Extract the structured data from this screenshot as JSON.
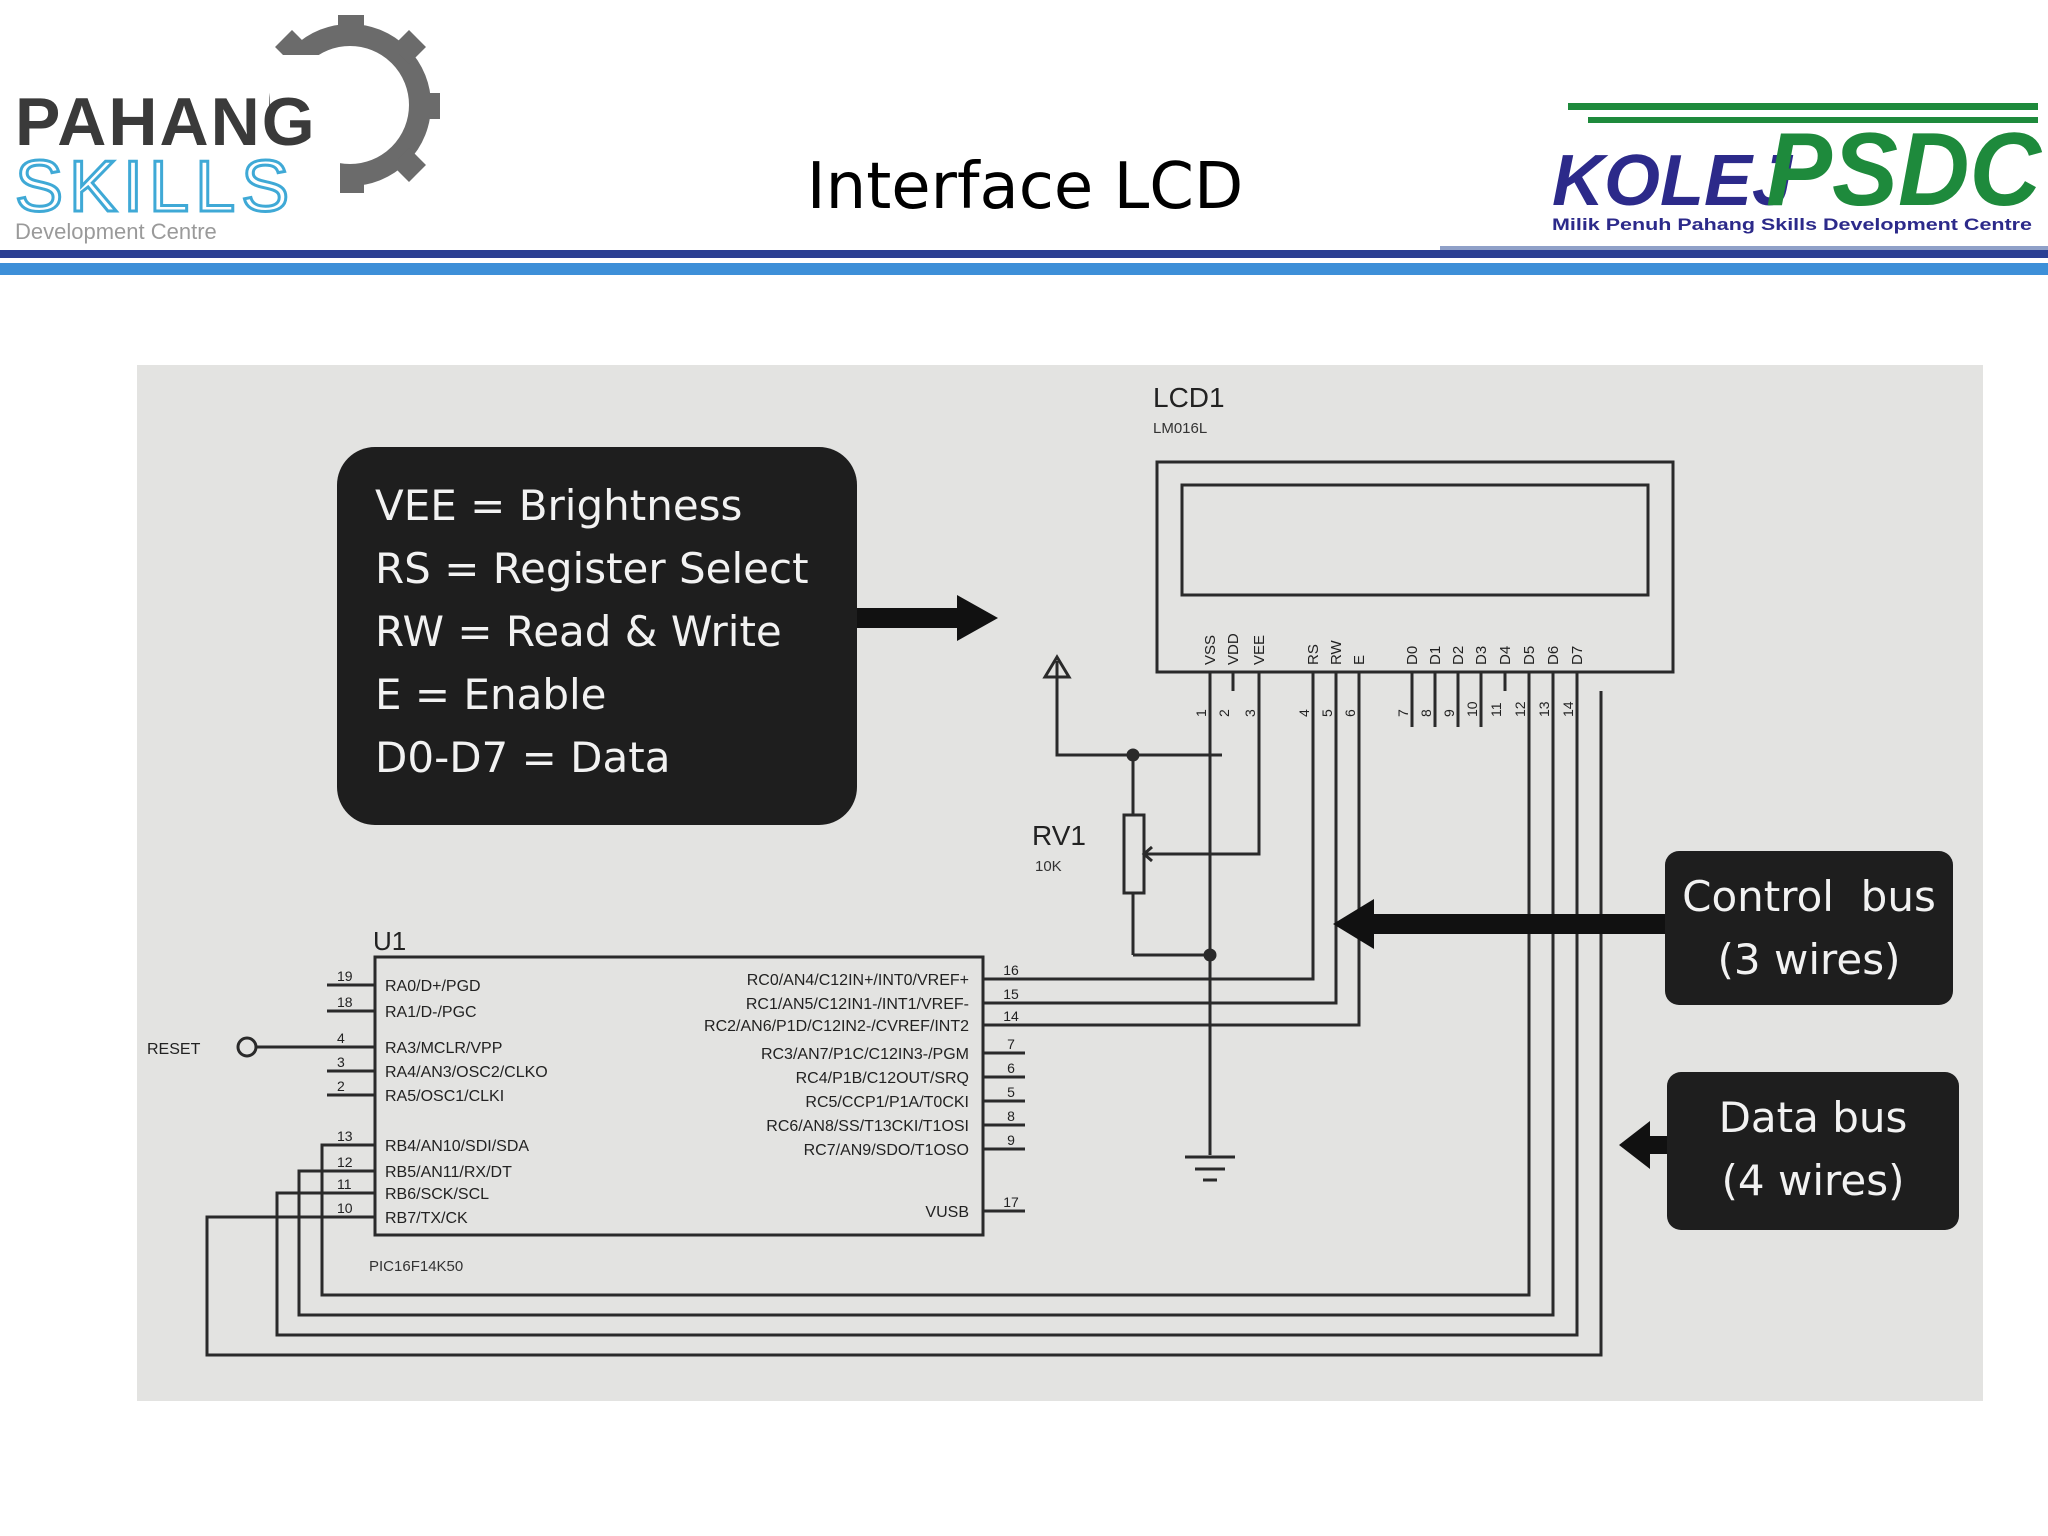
{
  "slide": {
    "title": "Interface LCD"
  },
  "logos": {
    "left": {
      "line1": "PAHANG",
      "line2": "SKILLS",
      "line3": "Development Centre",
      "colors": {
        "pahang": "#3a3a3a",
        "skills": "#3fa9d6",
        "gear": "#6b6b6b"
      }
    },
    "right": {
      "brand1": "KOLEJ",
      "brand2": "PSDC",
      "tagline": "Milik Penuh Pahang Skills Development Centre",
      "colors": {
        "kolej": "#2c2a8a",
        "psdc": "#1e8a3c"
      }
    }
  },
  "callouts": {
    "main": {
      "lines": [
        "VEE = Brightness",
        "RS = Register Select",
        "RW = Read & Write",
        "E = Enable",
        "D0-D7 = Data"
      ]
    },
    "control_bus": {
      "line1": "Control  bus",
      "line2": "(3 wires)"
    },
    "data_bus": {
      "line1": "Data bus",
      "line2": "(4 wires)"
    }
  },
  "schematic": {
    "lcd": {
      "ref": "LCD1",
      "part": "LM016L",
      "pins": [
        "VSS",
        "VDD",
        "VEE",
        "RS",
        "RW",
        "E",
        "D0",
        "D1",
        "D2",
        "D3",
        "D4",
        "D5",
        "D6",
        "D7"
      ],
      "pin_numbers": [
        "1",
        "2",
        "3",
        "4",
        "5",
        "6",
        "7",
        "8",
        "9",
        "10",
        "11",
        "12",
        "13",
        "14"
      ]
    },
    "pot": {
      "ref": "RV1",
      "value": "10K"
    },
    "mcu": {
      "ref": "U1",
      "part": "PIC16F14K50",
      "reset_label": "RESET",
      "left_pins": [
        {
          "num": "19",
          "name": "RA0/D+/PGD"
        },
        {
          "num": "18",
          "name": "RA1/D-/PGC"
        },
        {
          "num": "4",
          "name": "RA3/MCLR/VPP"
        },
        {
          "num": "3",
          "name": "RA4/AN3/OSC2/CLKO"
        },
        {
          "num": "2",
          "name": "RA5/OSC1/CLKI"
        },
        {
          "num": "13",
          "name": "RB4/AN10/SDI/SDA"
        },
        {
          "num": "12",
          "name": "RB5/AN11/RX/DT"
        },
        {
          "num": "11",
          "name": "RB6/SCK/SCL"
        },
        {
          "num": "10",
          "name": "RB7/TX/CK"
        }
      ],
      "right_pins": [
        {
          "num": "16",
          "name": "RC0/AN4/C12IN+/INT0/VREF+"
        },
        {
          "num": "15",
          "name": "RC1/AN5/C12IN1-/INT1/VREF-"
        },
        {
          "num": "14",
          "name": "RC2/AN6/P1D/C12IN2-/CVREF/INT2"
        },
        {
          "num": "7",
          "name": "RC3/AN7/P1C/C12IN3-/PGM"
        },
        {
          "num": "6",
          "name": "RC4/P1B/C12OUT/SRQ"
        },
        {
          "num": "5",
          "name": "RC5/CCP1/P1A/T0CKI"
        },
        {
          "num": "8",
          "name": "RC6/AN8/SS/T13CKI/T1OSI"
        },
        {
          "num": "9",
          "name": "RC7/AN9/SDO/T1OSO"
        },
        {
          "num": "17",
          "name": "VUSB"
        }
      ]
    }
  }
}
